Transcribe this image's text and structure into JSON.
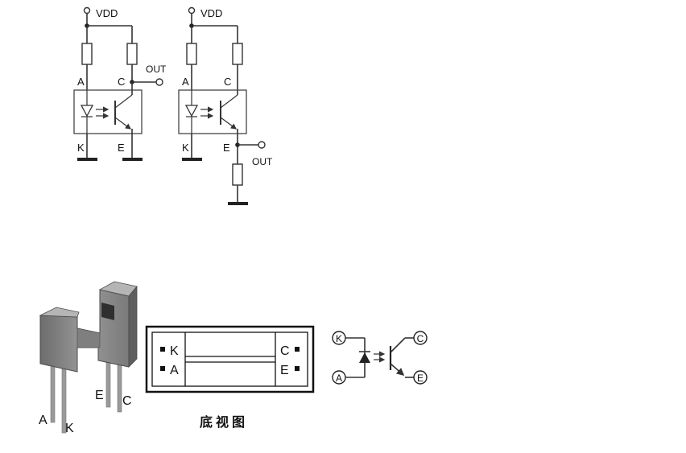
{
  "schematic": {
    "vdd": "VDD",
    "out": "OUT",
    "pin_a": "A",
    "pin_c": "C",
    "pin_k": "K",
    "pin_e": "E"
  },
  "package": {
    "pin_a": "A",
    "pin_k": "K",
    "pin_e": "E",
    "pin_c": "C"
  },
  "bottom_view": {
    "pin_k": "K",
    "pin_a": "A",
    "pin_c": "C",
    "pin_e": "E",
    "caption": "底视图"
  },
  "symbol": {
    "pin_k": "K",
    "pin_a": "A",
    "pin_c": "C",
    "pin_e": "E"
  }
}
